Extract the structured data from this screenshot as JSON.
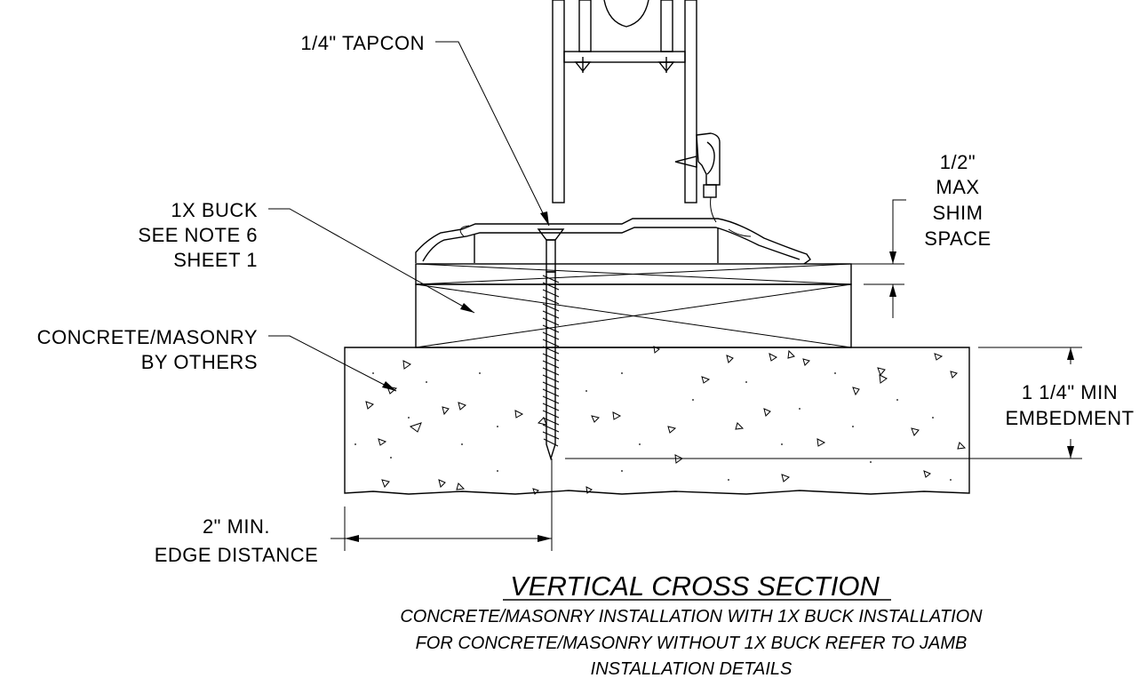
{
  "labels": {
    "tapcon": "1/4\" TAPCON",
    "buck_1": "1X BUCK",
    "buck_2": "SEE NOTE 6",
    "buck_3": "SHEET 1",
    "concrete_1": "CONCRETE/MASONRY",
    "concrete_2": "BY OTHERS",
    "shim_1": "1/2\"",
    "shim_2": "MAX",
    "shim_3": "SHIM",
    "shim_4": "SPACE",
    "embed_1": "1  1/4\"  MIN",
    "embed_2": "EMBEDMENT",
    "edge_1": "2\"  MIN.",
    "edge_2": "EDGE  DISTANCE"
  },
  "title": {
    "main": "VERTICAL CROSS SECTION",
    "line_1": "CONCRETE/MASONRY INSTALLATION WITH 1X BUCK INSTALLATION",
    "line_2": "FOR CONCRETE/MASONRY WITHOUT 1X BUCK REFER TO JAMB",
    "line_3": "INSTALLATION DETAILS"
  }
}
